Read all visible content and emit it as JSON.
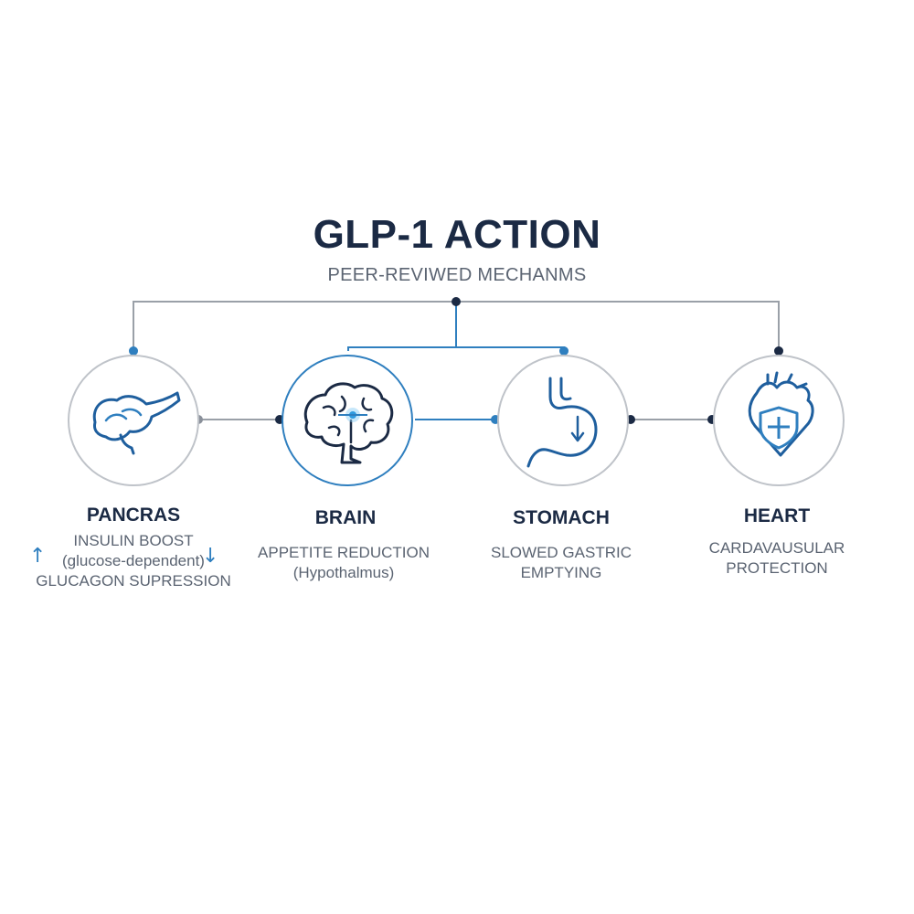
{
  "title": "GLP-1 ACTION",
  "subtitle": "PEER-REVIWED MECHANMS",
  "colors": {
    "navy": "#1b2a44",
    "accent_blue": "#2f7fbf",
    "line_gray": "#9aa0a8",
    "text_gray": "#5b6472"
  },
  "organs": [
    {
      "name": "PANCRAS",
      "icon": "pancreas-icon",
      "desc_lines": [
        "INSULIN BOOST",
        "(glucose-dependent)",
        "GLUCAGON SUPRESSION"
      ],
      "up_arrow": "↑",
      "down_arrow": "↓"
    },
    {
      "name": "BRAIN",
      "icon": "brain-icon",
      "desc_lines": [
        "APPETITE REDUCTION",
        "(Hypothalmus)"
      ]
    },
    {
      "name": "STOMACH",
      "icon": "stomach-icon",
      "desc_lines": [
        "SLOWED GASTRIC",
        "EMPTYING"
      ]
    },
    {
      "name": "HEART",
      "icon": "heart-shield-icon",
      "desc_lines": [
        "CARDAVAUSULAR",
        "PROTECTION"
      ]
    }
  ]
}
